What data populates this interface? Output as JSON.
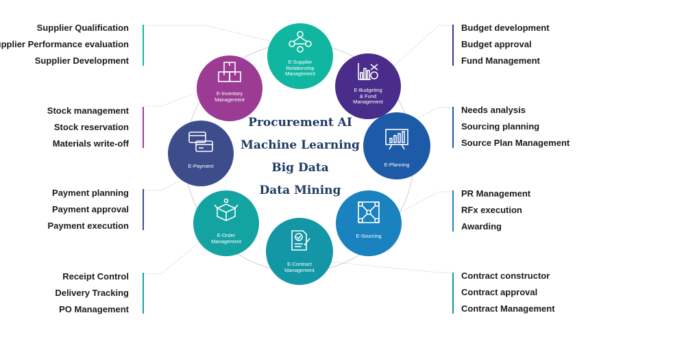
{
  "center": {
    "lines": [
      "Procurement AI",
      "Machine Learning",
      "Big Data",
      "Data Mining"
    ]
  },
  "nodes": [
    {
      "label": "E-Supplier\nRelationship\nManagement",
      "color": "#10b6a0",
      "icon": "network-icon"
    },
    {
      "label": "E-Budgeting\n& Fund\nManagement",
      "color": "#4a2d8a",
      "icon": "budget-chart-icon"
    },
    {
      "label": "E-Planning",
      "color": "#1d5aa8",
      "icon": "presentation-board-icon"
    },
    {
      "label": "E-Sourcing",
      "color": "#1a82bf",
      "icon": "sourcing-network-icon"
    },
    {
      "label": "E-Contract\nManagement",
      "color": "#1396a6",
      "icon": "contract-document-icon"
    },
    {
      "label": "E-Order\nManagement",
      "color": "#13a3a1",
      "icon": "open-box-icon"
    },
    {
      "label": "E-Payment",
      "color": "#3d4d8c",
      "icon": "payment-cards-icon"
    },
    {
      "label": "E-Inventory\nManagement",
      "color": "#9c3b94",
      "icon": "stacked-boxes-icon"
    }
  ],
  "lists": {
    "supplier": {
      "items": [
        "Supplier Qualification",
        "Supplier Performance evaluation",
        "Supplier Development"
      ],
      "color": "#10b6a0"
    },
    "budgeting": {
      "items": [
        "Budget development",
        "Budget approval",
        "Fund Management"
      ],
      "color": "#4a2d8a"
    },
    "planning": {
      "items": [
        "Needs analysis",
        "Sourcing planning",
        "Source Plan Management"
      ],
      "color": "#1d5aa8"
    },
    "sourcing": {
      "items": [
        "PR Management",
        "RFx execution",
        "Awarding"
      ],
      "color": "#1a82bf"
    },
    "contract": {
      "items": [
        "Contract constructor",
        "Contract approval",
        "Contract Management"
      ],
      "color": "#1396a6"
    },
    "order": {
      "items": [
        "Receipt Control",
        "Delivery Tracking",
        "PO Management"
      ],
      "color": "#13a3a1"
    },
    "payment": {
      "items": [
        "Payment planning",
        "Payment approval",
        "Payment execution"
      ],
      "color": "#3d4d8c"
    },
    "inventory": {
      "items": [
        "Stock management",
        "Stock reservation",
        "Materials write-off"
      ],
      "color": "#9c3b94"
    }
  }
}
